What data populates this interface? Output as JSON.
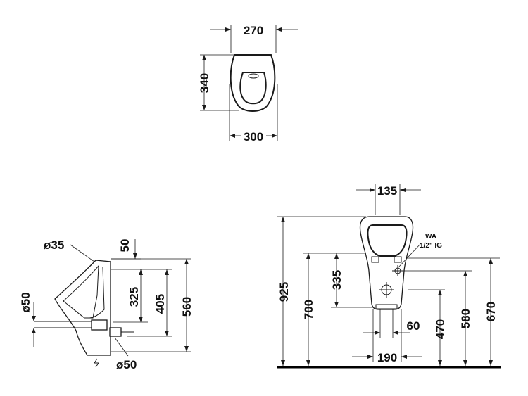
{
  "top_view": {
    "width_top": "270",
    "depth": "340",
    "width_bottom": "300"
  },
  "side_view": {
    "pipe_diameter_top": "ø35",
    "offset_top": "50",
    "dim_325": "325",
    "dim_405": "405",
    "dim_560": "560",
    "pipe_diameter_side": "ø50",
    "pipe_diameter_bottom": "ø50"
  },
  "front_view": {
    "dim_135": "135",
    "water_supply_label": "WA",
    "water_supply_size": "1/2\" IG",
    "dim_925": "925",
    "dim_700": "700",
    "dim_335": "335",
    "dim_60": "60",
    "dim_190": "190",
    "dim_470": "470",
    "dim_580": "580",
    "dim_670": "670"
  }
}
